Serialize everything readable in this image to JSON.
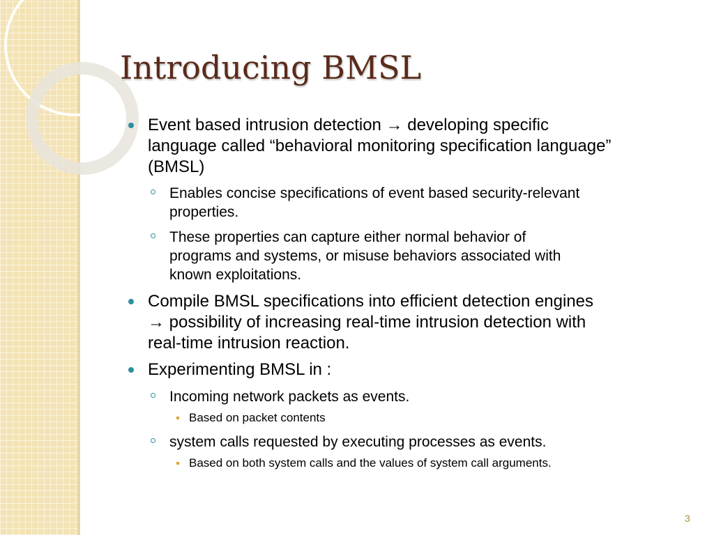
{
  "slide": {
    "title": "Introducing BMSL",
    "page_number": "3"
  },
  "bullets": {
    "b1": {
      "line1": "Event based intrusion detection → developing specific",
      "line2": "language called “behavioral monitoring specification language”",
      "line3": "(BMSL)"
    },
    "b1_1": {
      "line1": "Enables concise specifications of event based security-relevant",
      "line2": "properties."
    },
    "b1_2": {
      "line1": "These properties can capture either normal behavior of",
      "line2": "programs and systems,  or misuse behaviors associated with",
      "line3": "known exploitations."
    },
    "b2": {
      "line1": "Compile BMSL specifications into efficient detection engines",
      "line2": "→ possibility of increasing real-time intrusion detection with",
      "line3": "real-time intrusion reaction."
    },
    "b3": {
      "line1": "Experimenting BMSL in :"
    },
    "b3_1": {
      "line1": "Incoming network packets as events."
    },
    "b3_1_1": {
      "line1": "Based on packet contents"
    },
    "b3_2": {
      "line1": "system calls requested by executing processes as events."
    },
    "b3_2_1": {
      "line1": "Based on both system calls and the values of system call arguments."
    }
  },
  "theme": {
    "title_color": "#5a2a1a",
    "bullet_color": "#2f8fa0",
    "stripe_color": "#f3e3b4"
  }
}
